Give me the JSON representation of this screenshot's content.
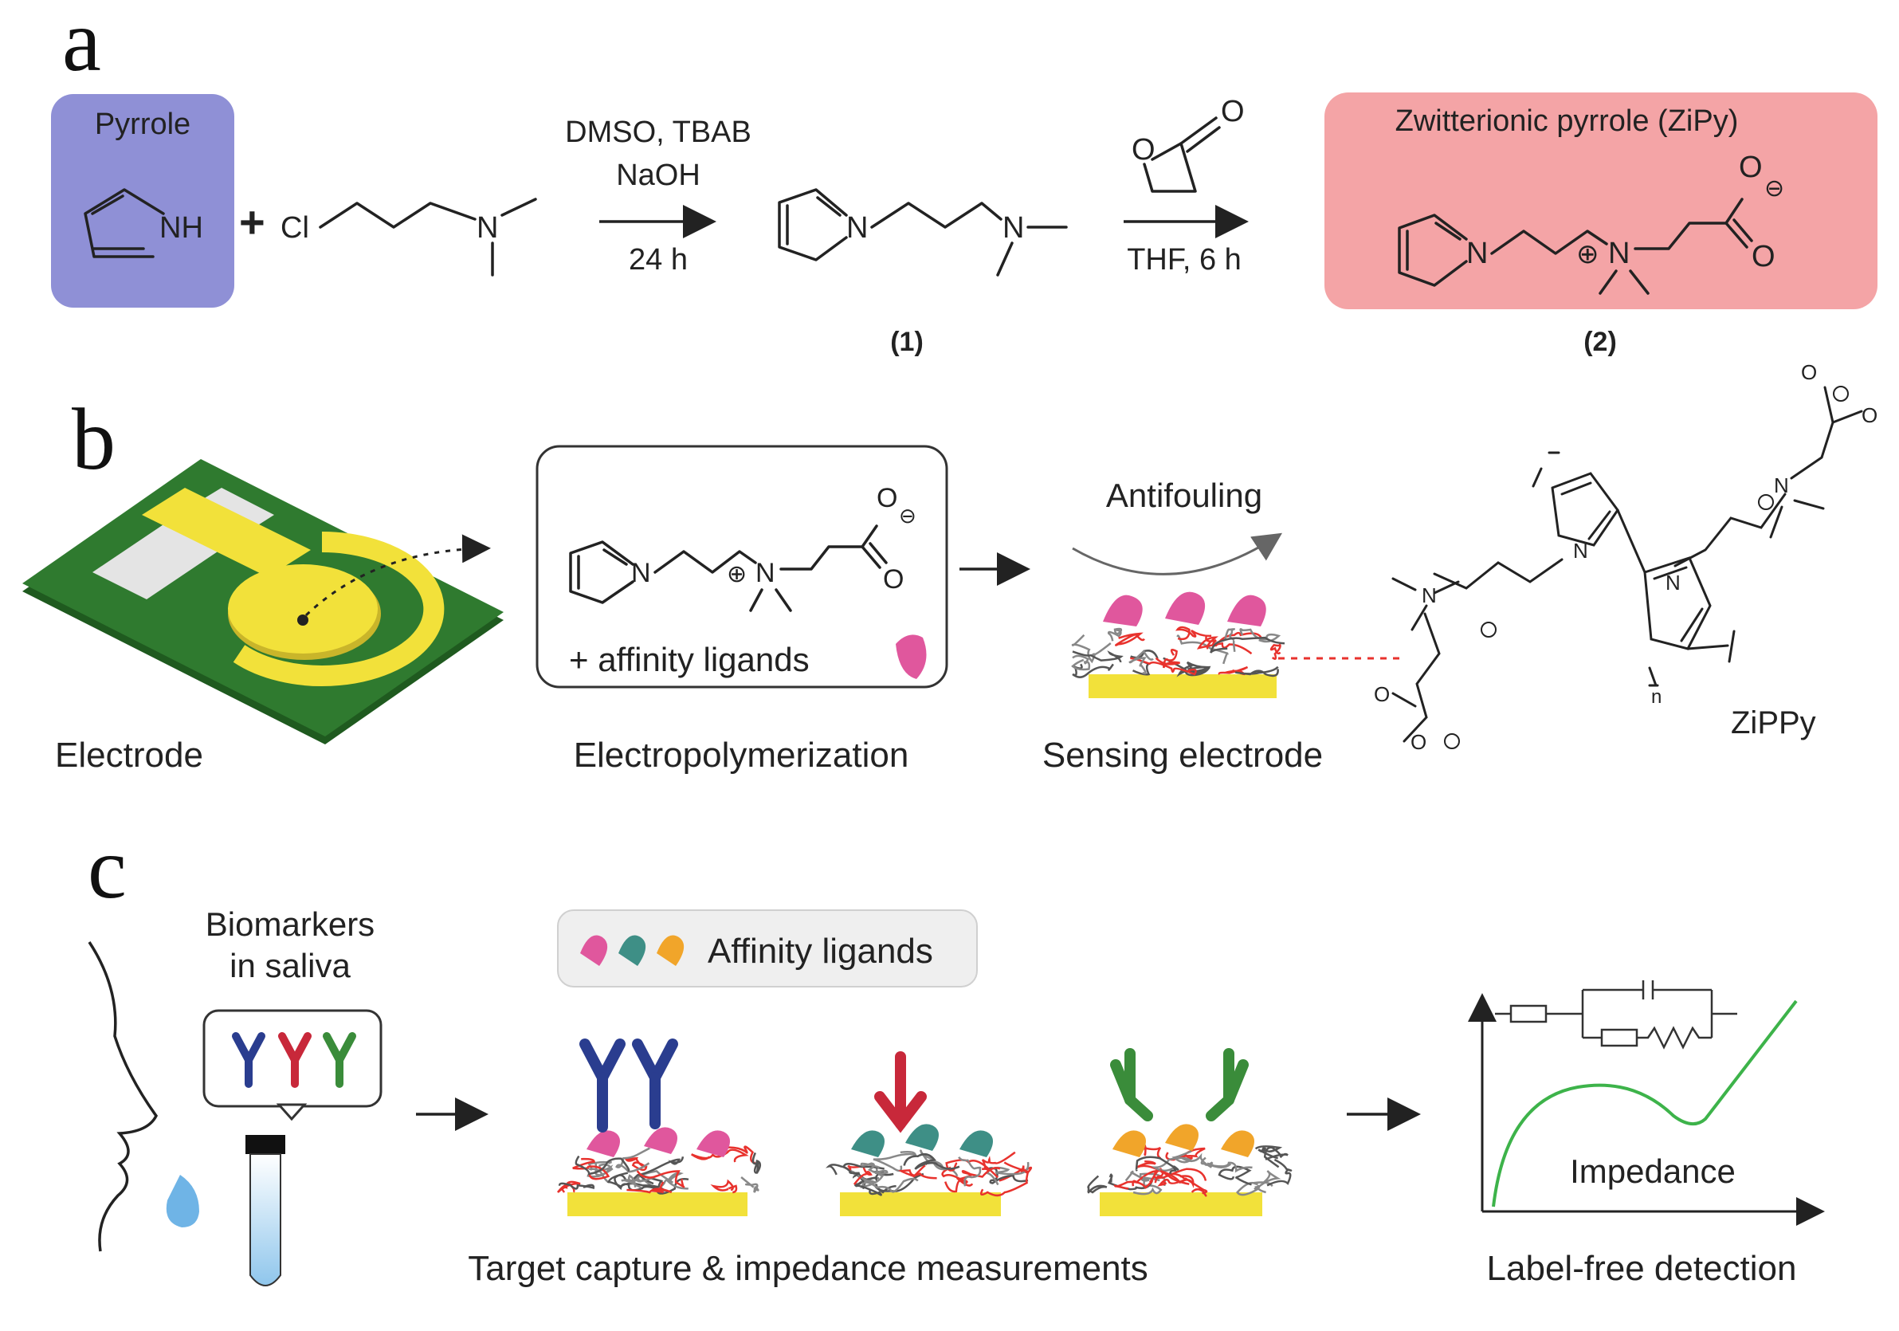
{
  "panel_a": {
    "letter": "a",
    "pyrrole_box_label": "Pyrrole",
    "pyrrole_nh": "NH",
    "plus": "+",
    "reagent_cl": "Cl",
    "reagent_n": "N",
    "cond1_line1": "DMSO, TBAB",
    "cond1_line2": "NaOH",
    "cond1_time": "24 h",
    "inter_n1": "N",
    "inter_n2": "N",
    "lactone_o1": "O",
    "lactone_o2": "O",
    "cond2": "THF, 6 h",
    "zipy_box_label": "Zwitterionic pyrrole (ZiPy)",
    "zipy_n1": "N",
    "zipy_n2": "N",
    "zipy_plus": "⊕",
    "zipy_o1": "O",
    "zipy_o2": "O",
    "zipy_minus": "⊖",
    "compound1": "(1)",
    "compound2": "(2)"
  },
  "panel_b": {
    "letter": "b",
    "electrode_label": "Electrode",
    "box_n1": "N",
    "box_n2": "N",
    "box_plus": "⊕",
    "box_o1": "O",
    "box_o2": "O",
    "box_minus": "⊖",
    "box_ligands": "+ affinity ligands",
    "electropolymerization": "Electropolymerization",
    "antifouling": "Antifouling",
    "sensing_electrode": "Sensing electrode",
    "polymer_label": "ZiPPy",
    "poly_n_labels": [
      "N",
      "N",
      "N",
      "N"
    ],
    "poly_o_labels": [
      "O",
      "O",
      "O",
      "O"
    ],
    "poly_sub_n": "n"
  },
  "panel_c": {
    "letter": "c",
    "biomarkers_line1": "Biomarkers",
    "biomarkers_line2": "in saliva",
    "affinity_legend": "Affinity ligands",
    "target_capture": "Target capture & impedance measurements",
    "impedance": "Impedance",
    "label_free": "Label-free detection"
  },
  "colors": {
    "pyrrole_box": "#8f90d6",
    "zipy_box": "#f4a4a6",
    "pcb_green": "#2f7a2f",
    "gold": "#f2e13a",
    "polymer_red": "#e8322d",
    "pink_ligand": "#e0579d",
    "teal_ligand": "#3e8f86",
    "orange_ligand": "#f1a52a",
    "antibody_blue": "#2a3d8f",
    "antibody_red": "#c8283a",
    "antibody_green": "#3a8c3a",
    "curve_green": "#3db34a",
    "dashed_red": "#e8322d"
  }
}
